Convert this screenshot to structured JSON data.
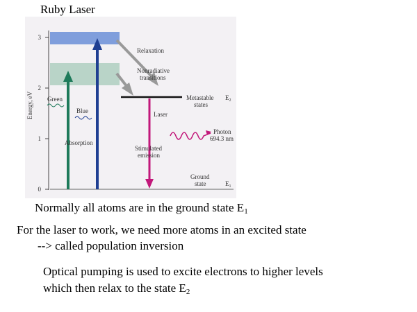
{
  "page": {
    "title": "Ruby Laser",
    "line1_text": "Normally all atoms are in the ground state E",
    "line1_sub": "1",
    "line2": "For the laser to work, we need more atoms in an excited state",
    "line3": "--> called population inversion",
    "line4": "Optical pumping is used to excite electrons to higher levels",
    "line5_text": "which then relax to the state E",
    "line5_sub": "2"
  },
  "diagram": {
    "ylabel": "Energy, eV",
    "ticks": [
      "3",
      "2",
      "1",
      "0"
    ],
    "labels": {
      "relaxation": "Relaxation",
      "nonradiative_1": "Nonradiative",
      "nonradiative_2": "transitions",
      "metastable_1": "Metastable",
      "metastable_2": "states",
      "e2": "E",
      "e2_sub": "2",
      "laser": "Laser",
      "photon_1": "Photon",
      "photon_2": "694.3 nm",
      "stimulated_1": "Stimulated",
      "stimulated_2": "emission",
      "ground_1": "Ground",
      "ground_2": "state",
      "e1": "E",
      "e1_sub": "1",
      "green": "Green",
      "blue": "Blue",
      "absorption": "Absorption"
    },
    "colors": {
      "panel": "#f3f1f4",
      "band_upper": "#7f9edc",
      "band_lower": "#b9d4c8",
      "green_arrow": "#1e7a5a",
      "blue_arrow": "#1f3f92",
      "laser_arrow": "#c2187a",
      "relax_arrow": "#999999"
    }
  }
}
